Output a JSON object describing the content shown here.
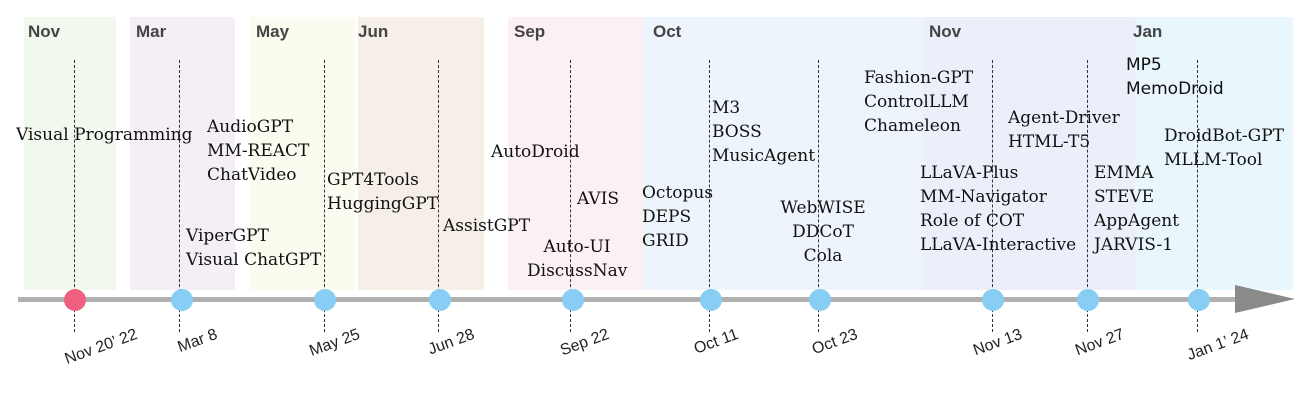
{
  "months": [
    "Nov",
    "Mar",
    "May",
    "Jun",
    "Sep",
    "Oct",
    "Nov",
    "Jan"
  ],
  "dates": [
    "Nov 20’ 22",
    "Mar 8",
    "May 25",
    "Jun 28",
    "Sep 22",
    "Oct 11",
    "Oct 23",
    "Nov 13",
    "Nov 27",
    "Jan 1’ 24"
  ],
  "colors": {
    "axis": "#b0b0b0",
    "arrow": "#8a8a8a",
    "start_marker": "#f06080",
    "milestone_marker": "#88cef4",
    "band_nov_22": "#f1f9ef",
    "band_mar": "#f4eff6",
    "band_may": "#fbfbf0",
    "band_jun": "#f6efe8",
    "band_sep": "#fbf0f2",
    "band_oct": "#eef4fb",
    "band_nov_23": "#eceffa",
    "band_jan": "#e9f6fb"
  },
  "groups": [
    [
      "Visual Programming"
    ],
    [
      "ViperGPT",
      "Visual ChatGPT"
    ],
    [
      "AudioGPT",
      "MM-REACT",
      "ChatVideo"
    ],
    [
      "GPT4Tools",
      "HuggingGPT"
    ],
    [
      "AssistGPT"
    ],
    [
      "AutoDroid"
    ],
    [
      "AVIS"
    ],
    [
      "Auto-UI",
      "DiscussNav"
    ],
    [
      "Octopus",
      "DEPS",
      "GRID"
    ],
    [
      "M3",
      "BOSS",
      "MusicAgent"
    ],
    [
      "WebWISE",
      "DDCoT",
      "Cola"
    ],
    [
      "Fashion-GPT",
      "ControlLLM",
      "Chameleon"
    ],
    [
      "LLaVA-Plus",
      "MM-Navigator",
      "Role of COT",
      "LLaVA-Interactive"
    ],
    [
      "Agent-Driver",
      "HTML-T5"
    ],
    [
      "EMMA",
      "STEVE",
      "AppAgent",
      "JARVIS-1"
    ],
    [
      "MP5",
      "MemoDroid"
    ],
    [
      "DroidBot-GPT",
      "MLLM-Tool"
    ]
  ]
}
